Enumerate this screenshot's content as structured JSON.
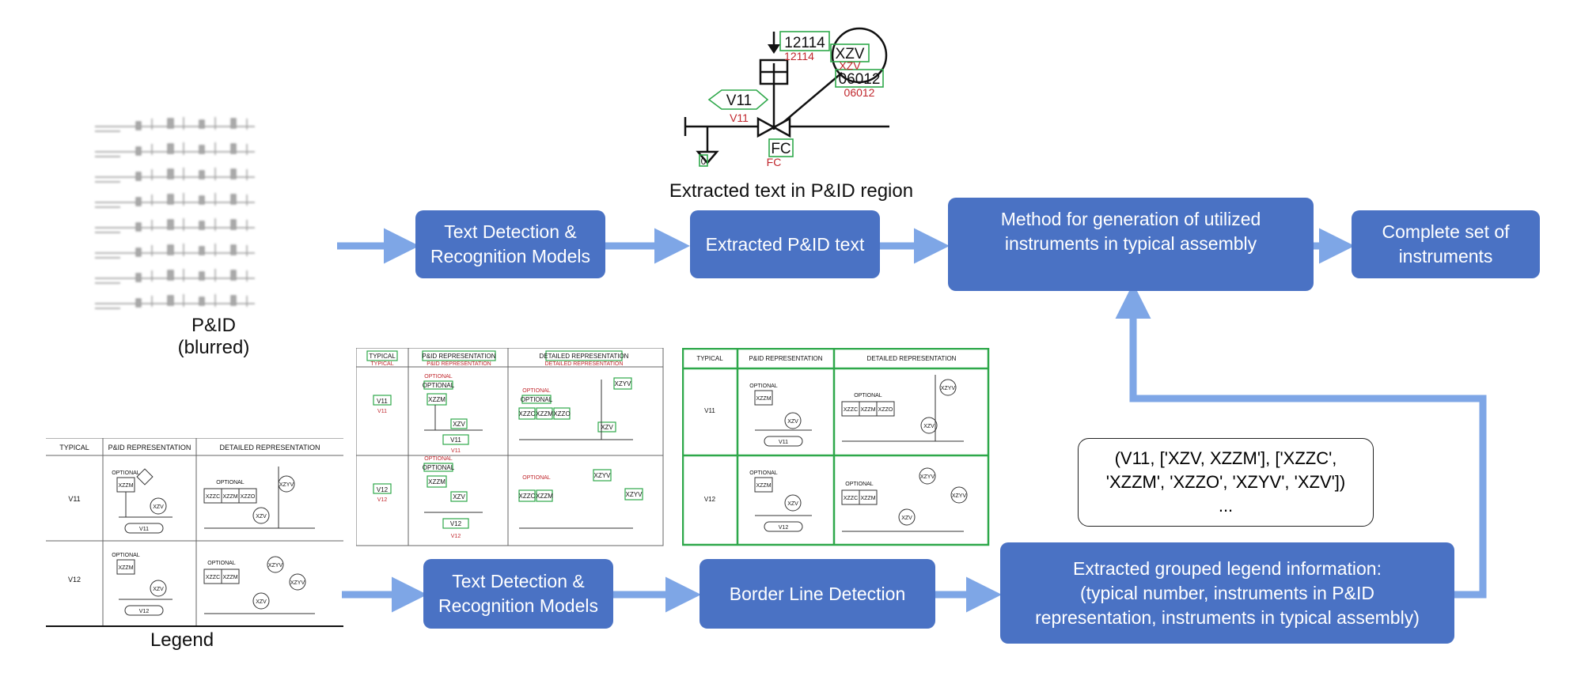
{
  "labels": {
    "pid": "P&ID\n(blurred)",
    "legend": "Legend",
    "extracted_region": "Extracted text in P&ID region"
  },
  "boxes": {
    "tdr_top": "Text Detection &\nRecognition Models",
    "extracted_pid_text": "Extracted P&ID text",
    "method": "Method for generation of utilized\ninstruments in typical assembly",
    "complete_set": "Complete set of\ninstruments",
    "tdr_bottom": "Text Detection &\nRecognition Models",
    "border_line": "Border Line Detection",
    "grouped_legend": "Extracted grouped legend information:\n(typical number, instruments in P&ID\nrepresentation, instruments in typical assembly)"
  },
  "tuple": {
    "line1": "(V11, ['XZV, XZZM'], ['XZZC',",
    "line2": "'XZZM', 'XZZO', 'XZYV', 'XZV'])",
    "line3": "..."
  },
  "pid_snippet": {
    "tag1": "12114",
    "tag1_red": "12114",
    "tag2_top": "XZV",
    "tag2_red": "XZV",
    "tag2_num": "06012",
    "tag2_num_red": "06012",
    "tag3": "V11",
    "tag3_red": "V11",
    "tag4": "FC",
    "tag4_red": "FC",
    "tag5": "0"
  },
  "legend_table": {
    "headers": [
      "TYPICAL",
      "P&ID REPRESENTATION",
      "DETAILED REPRESENTATION"
    ],
    "rows": [
      {
        "typical": "V11",
        "optional": "OPTIONAL",
        "xzzm": "XZZM",
        "xzv": "XZV",
        "tag": "V11",
        "det_optional": "OPTIONAL",
        "det_boxes": [
          "XZZC",
          "XZZM",
          "XZZO"
        ],
        "xzyv": "XZYV",
        "det_xzv": "XZV"
      },
      {
        "typical": "V12",
        "optional": "OPTIONAL",
        "xzzm": "XZZM",
        "xzv": "XZV",
        "tag": "V12",
        "det_optional": "OPTIONAL",
        "det_boxes": [
          "XZZC",
          "XZZM"
        ],
        "xzyv": "XZYV",
        "det_xzv": "XZV",
        "xzyv2": "XZYV"
      }
    ]
  },
  "colors": {
    "box_fill": "#4a72c4",
    "arrow": "#7ea6e6",
    "ocr_box": "#2ea84a",
    "ocr_text": "#c0262c",
    "green_border": "#2ea84a"
  }
}
